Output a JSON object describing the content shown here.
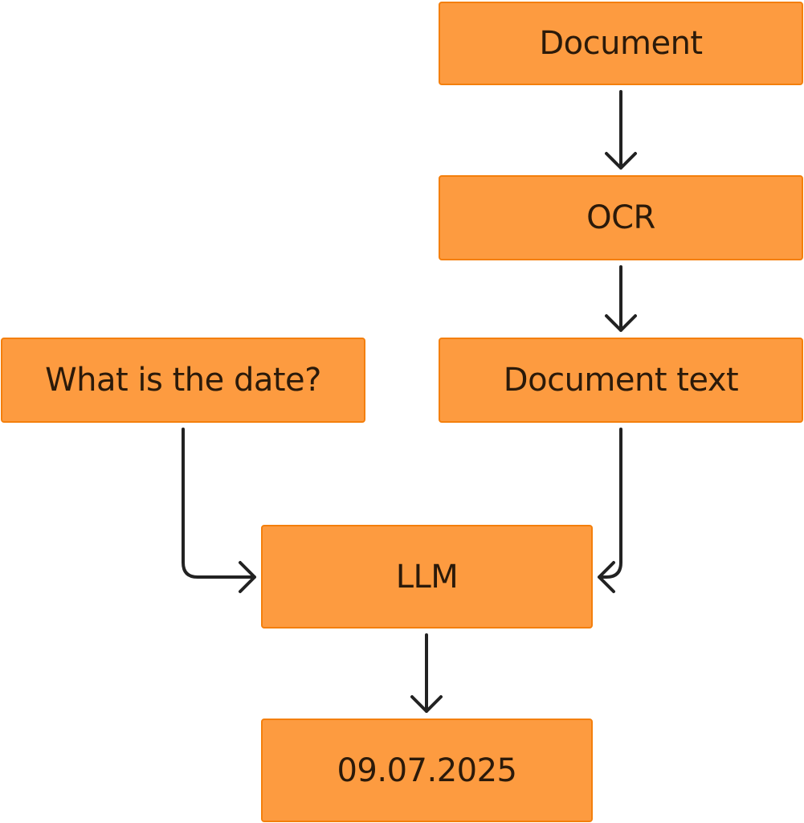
{
  "colors": {
    "box_fill": "#fd9b40",
    "box_border": "#f47f0c",
    "text": "#2b1a0a",
    "arrow": "#222222"
  },
  "nodes": {
    "document": {
      "label": "Document"
    },
    "ocr": {
      "label": "OCR"
    },
    "document_text": {
      "label": "Document text"
    },
    "question": {
      "label": "What is the date?"
    },
    "llm": {
      "label": "LLM"
    },
    "answer": {
      "label": "09.07.2025"
    }
  },
  "edges": [
    {
      "from": "document",
      "to": "ocr"
    },
    {
      "from": "ocr",
      "to": "document_text"
    },
    {
      "from": "question",
      "to": "llm"
    },
    {
      "from": "document_text",
      "to": "llm"
    },
    {
      "from": "llm",
      "to": "answer"
    }
  ]
}
